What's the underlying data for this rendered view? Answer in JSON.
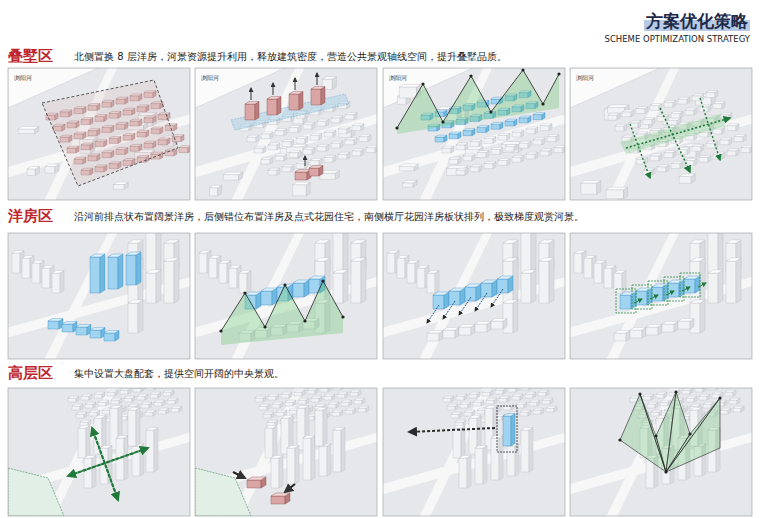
{
  "diagram": {
    "title": "方案优化策略",
    "labels": [
      "SCHEME OPTIMIZATION STRATEGY",
      "叠墅区",
      "北侧置换 8 层洋房，河景资源提升利用，释放建筑密度，营造公共景观轴线空间，提升叠墅品质。",
      "浏阳河",
      "浏阳河",
      "浏阳河",
      "浏阳河",
      "洋房区",
      "沿河前排点状布置阔景洋房，后侧错位布置洋房及点式花园住宅，南侧横厅花园洋房板状排列，极致梯度观赏河景。",
      "高层区",
      "集中设置大盘配套，提供空间开阔的中央景观。"
    ]
  }
}
